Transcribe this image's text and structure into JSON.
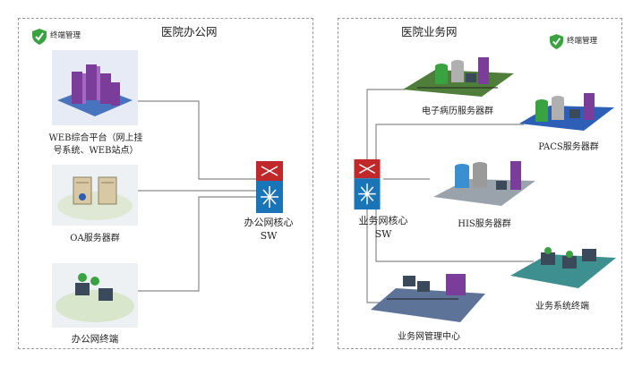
{
  "office": {
    "title": "医院办公网",
    "badge": "终端管理",
    "web_platform_line1": "WEB综合平台（网上挂",
    "web_platform_line2": "号系统、WEB站点）",
    "oa_servers": "OA服务器群",
    "office_terminals": "办公网终端",
    "core_line1": "办公网核心",
    "core_line2": "SW"
  },
  "business": {
    "title": "医院业务网",
    "badge": "终端管理",
    "emr_servers": "电子病历服务器群",
    "pacs_servers": "PACS服务器群",
    "his_servers": "HIS服务器群",
    "core_line1": "业务网核心",
    "core_line2": "SW",
    "business_terminals": "业务系统终端",
    "mgmt_center": "业务网管理中心"
  },
  "colors": {
    "link": "#8a8a8a",
    "switch_red": "#c0282a",
    "switch_blue": "#1a74b8",
    "badge_green": "#3aa341",
    "platform_green": "#4f7d3a",
    "platform_blue": "#2c5fb5",
    "platform_grey": "#9aa3ac",
    "platform_teal": "#3e8f8f",
    "server_purple": "#7b3d9a"
  }
}
